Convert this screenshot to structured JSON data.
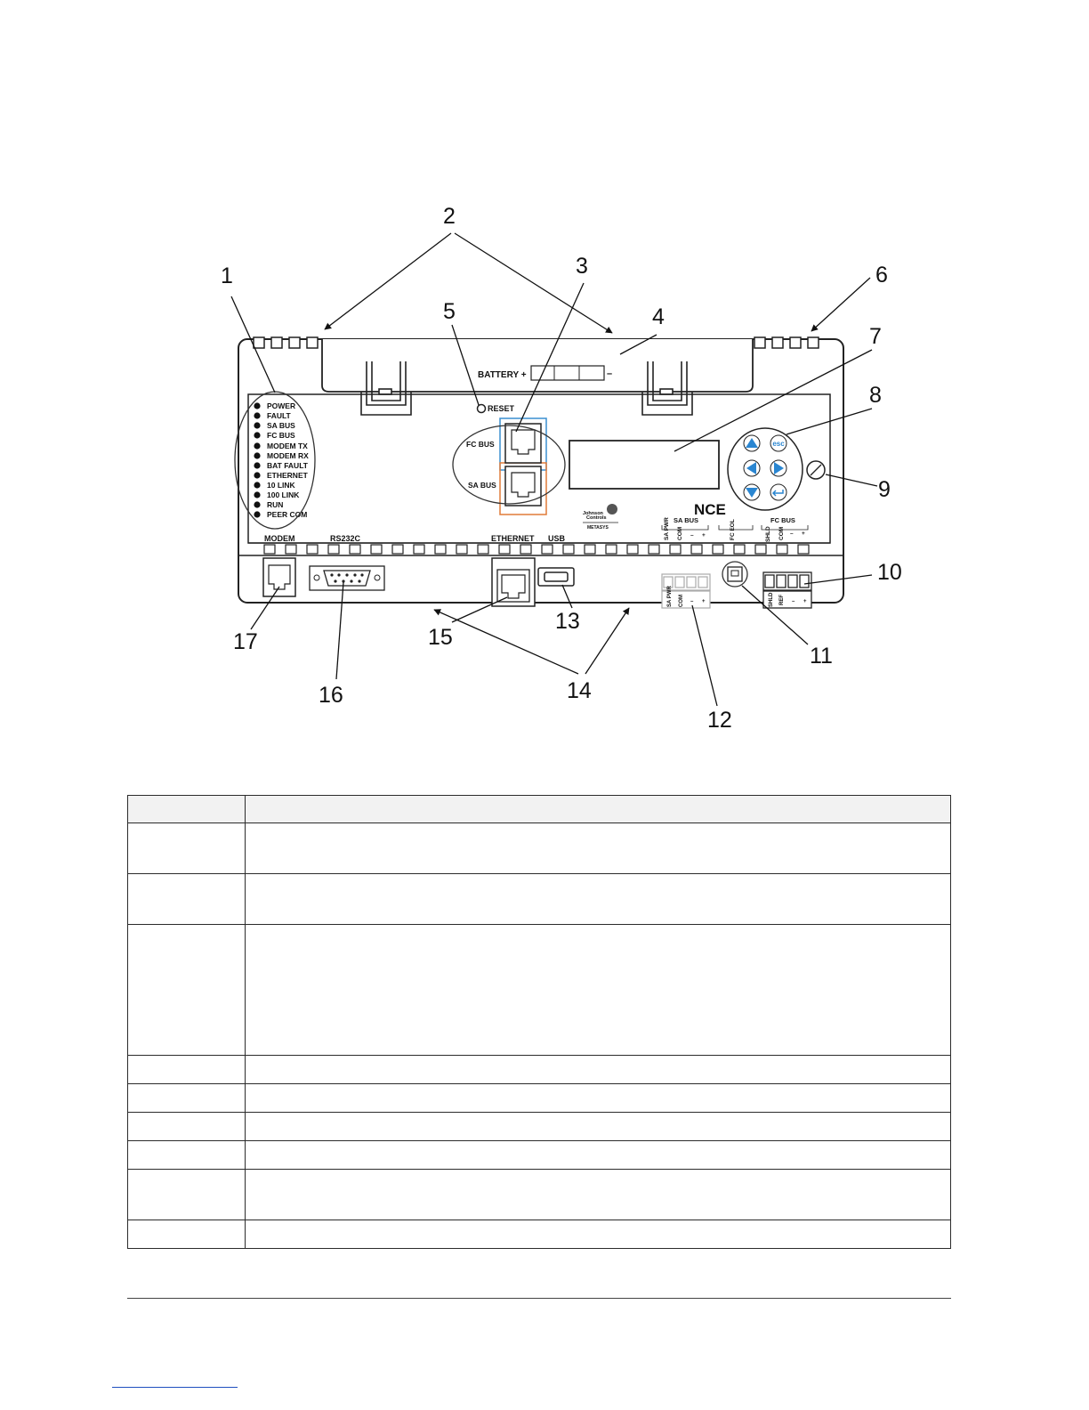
{
  "figure": {
    "callouts": [
      "1",
      "2",
      "3",
      "4",
      "5",
      "6",
      "7",
      "8",
      "9",
      "10",
      "11",
      "12",
      "13",
      "14",
      "15",
      "16",
      "17"
    ],
    "battery_label": "BATTERY +",
    "battery_minus": "–",
    "reset_label": "RESET",
    "led_labels": [
      "POWER",
      "FAULT",
      "SA BUS",
      "FC BUS",
      "MODEM TX",
      "MODEM RX",
      "BAT FAULT",
      "ETHERNET",
      "10 LINK",
      "100 LINK",
      "RUN",
      "PEER COM"
    ],
    "fc_bus_jack_label": "FC BUS",
    "sa_bus_jack_label": "SA BUS",
    "model_name": "NCE",
    "brand_line1": "Johnson",
    "brand_line2": "Controls",
    "brand_line3": "METASYS",
    "sa_bus_terminal_title": "SA BUS",
    "sa_bus_terminals": [
      "SA PWR",
      "COM",
      "–",
      "+"
    ],
    "fc_eol_label": "FC EOL",
    "fc_bus_terminal_title": "FC BUS",
    "fc_bus_terminals": [
      "SHLD",
      "COM",
      "–",
      "+"
    ],
    "keypad_esc": "esc",
    "port_labels": {
      "modem": "MODEM",
      "rs232c": "RS232C",
      "ethernet": "ETHERNET",
      "usb": "USB"
    },
    "bottom_terminal_labels": {
      "sa_pwr": "SA PWR",
      "com": "COM",
      "minus": "–",
      "plus": "+",
      "ref": "REF",
      "shld": "SHLD"
    }
  },
  "table": {
    "header": [
      "",
      ""
    ],
    "rows": [
      [
        "",
        ""
      ],
      [
        "",
        ""
      ],
      [
        "",
        ""
      ],
      [
        "",
        ""
      ],
      [
        "",
        ""
      ],
      [
        "",
        ""
      ],
      [
        "",
        ""
      ],
      [
        "",
        ""
      ],
      [
        "",
        ""
      ]
    ]
  }
}
